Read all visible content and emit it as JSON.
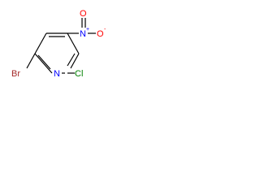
{
  "molecule": {
    "atoms": {
      "br": "Br",
      "n_ring": "N",
      "cl": "Cl",
      "n_nitro": "N",
      "plus": "+",
      "o_top": "O",
      "o_right": "O",
      "minus": "-"
    },
    "colors": {
      "bond": "#000000",
      "bromine": "#a52a2a",
      "nitrogen": "#0000ff",
      "chlorine": "#008000",
      "oxygen": "#ff0000"
    }
  }
}
